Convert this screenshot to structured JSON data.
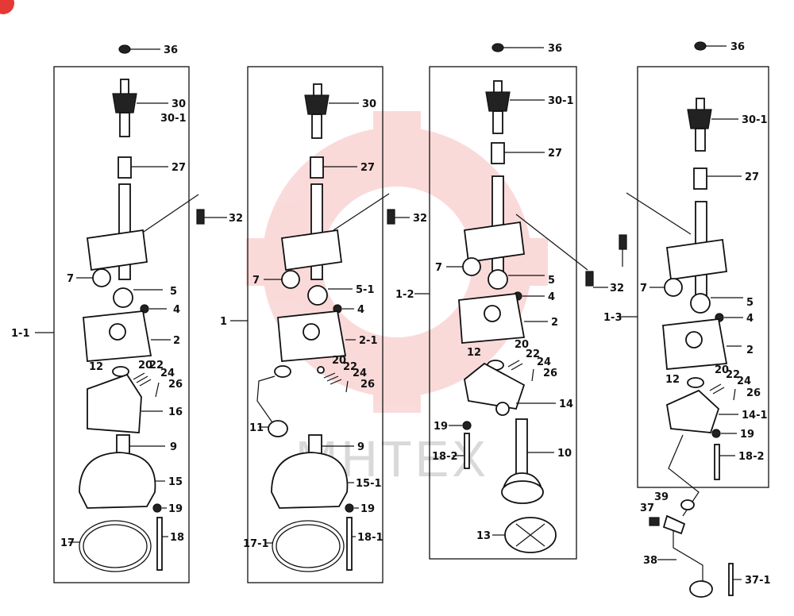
{
  "watermark": {
    "text": "МНТЕХ",
    "color": "#e53935"
  },
  "corner_mark": {
    "color": "#e53935"
  },
  "assemblies": [
    {
      "id": "1-1",
      "labels": [
        "36",
        "30",
        "30-1",
        "27",
        "32",
        "7",
        "5",
        "4",
        "2",
        "12",
        "20",
        "22",
        "24",
        "26",
        "16",
        "9",
        "15",
        "19",
        "17",
        "18"
      ]
    },
    {
      "id": "1",
      "labels": [
        "30",
        "27",
        "32",
        "7",
        "5-1",
        "4",
        "2-1",
        "20",
        "22",
        "24",
        "26",
        "11",
        "9",
        "15-1",
        "19",
        "17-1",
        "18-1"
      ]
    },
    {
      "id": "1-2",
      "labels": [
        "36",
        "30-1",
        "27",
        "7",
        "5",
        "4",
        "2",
        "12",
        "20",
        "22",
        "24",
        "26",
        "14",
        "19",
        "18-2",
        "10",
        "13"
      ]
    },
    {
      "id": "1-3",
      "labels": [
        "36",
        "30-1",
        "27",
        "32",
        "7",
        "5",
        "4",
        "2",
        "12",
        "20",
        "22",
        "24",
        "26",
        "14-1",
        "19",
        "18-2",
        "39",
        "37",
        "38",
        "37-1"
      ]
    }
  ]
}
